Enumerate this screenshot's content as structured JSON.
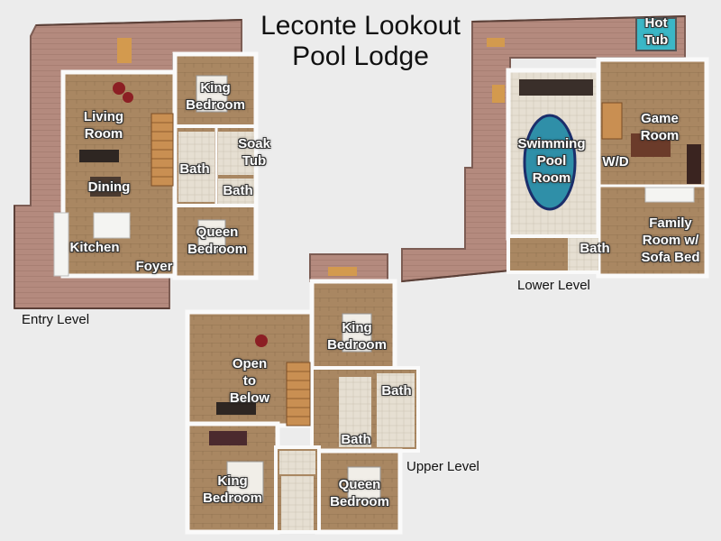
{
  "title": {
    "line1": "Leconte Lookout",
    "line2": "Pool Lodge"
  },
  "levels": {
    "entry": "Entry Level",
    "lower": "Lower Level",
    "upper": "Upper Level"
  },
  "rooms": {
    "entry": {
      "living": "Living\nRoom",
      "dining": "Dining",
      "kitchen": "Kitchen",
      "foyer": "Foyer",
      "king_bedroom": "King\nBedroom",
      "soak_tub": "Soak\nTub",
      "bath_1": "Bath",
      "bath_2": "Bath",
      "queen_bedroom": "Queen\nBedroom"
    },
    "lower": {
      "hot_tub": "Hot\nTub",
      "game_room": "Game\nRoom",
      "swimming_pool": "Swimming\nPool\nRoom",
      "wd": "W/D",
      "bath": "Bath",
      "family_room": "Family\nRoom w/\nSofa Bed"
    },
    "upper": {
      "king_bedroom_1": "King\nBedroom",
      "open_to_below": "Open\nto\nBelow",
      "bath_1": "Bath",
      "bath_2": "Bath",
      "king_bedroom_2": "King\nBedroom",
      "queen_bedroom": "Queen\nBedroom"
    }
  },
  "colors": {
    "background": "#ececec",
    "deck": "#b48a7e",
    "deck_dark": "#8c6a60",
    "floor": "#a98762",
    "wall": "#f7f7f5",
    "pool_water": "#2f8fa8",
    "pool_floor": "#e8e1cf"
  }
}
